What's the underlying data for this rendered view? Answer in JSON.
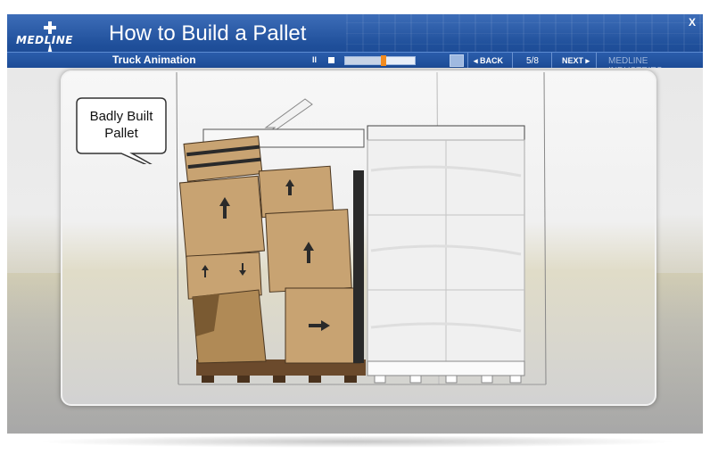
{
  "header": {
    "logo_text": "MEDLINE",
    "title": "How to Build a Pallet",
    "subtitle": "Truck Animation",
    "close_label": "X"
  },
  "controls": {
    "pause_label": "II",
    "back_label": "◂ BACK",
    "slide_counter": "5/8",
    "next_label": "NEXT ▸",
    "company_label": "MEDLINE INDUSTRIES",
    "progress_fraction": 0.55
  },
  "scene": {
    "callout_text": "Badly Built Pallet"
  },
  "colors": {
    "header_blue": "#1f4f9a",
    "progress_thumb": "#f28b1f",
    "box_cardboard": "#c8a372"
  }
}
